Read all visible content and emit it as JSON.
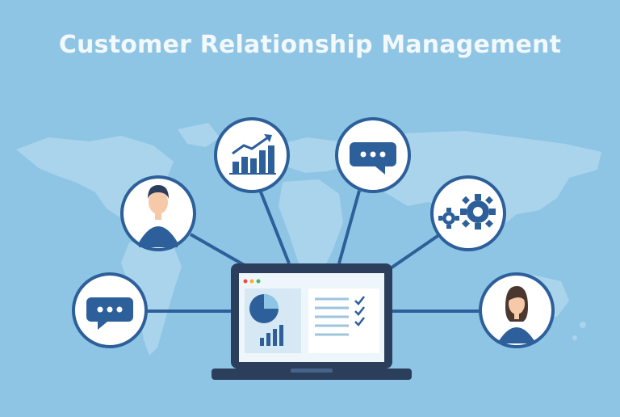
{
  "title": "Customer Relationship Management",
  "colors": {
    "background": "#8ec5e4",
    "map": "#a9d4ec",
    "accent": "#2d5f9a",
    "circle_fill": "#ffffff",
    "title_text": "#f2f8fc"
  },
  "icons": [
    "chat-bubble-icon-left",
    "male-user-icon",
    "growth-chart-icon",
    "chat-bubble-icon-top",
    "gears-icon",
    "female-user-icon",
    "laptop-dashboard-icon"
  ]
}
